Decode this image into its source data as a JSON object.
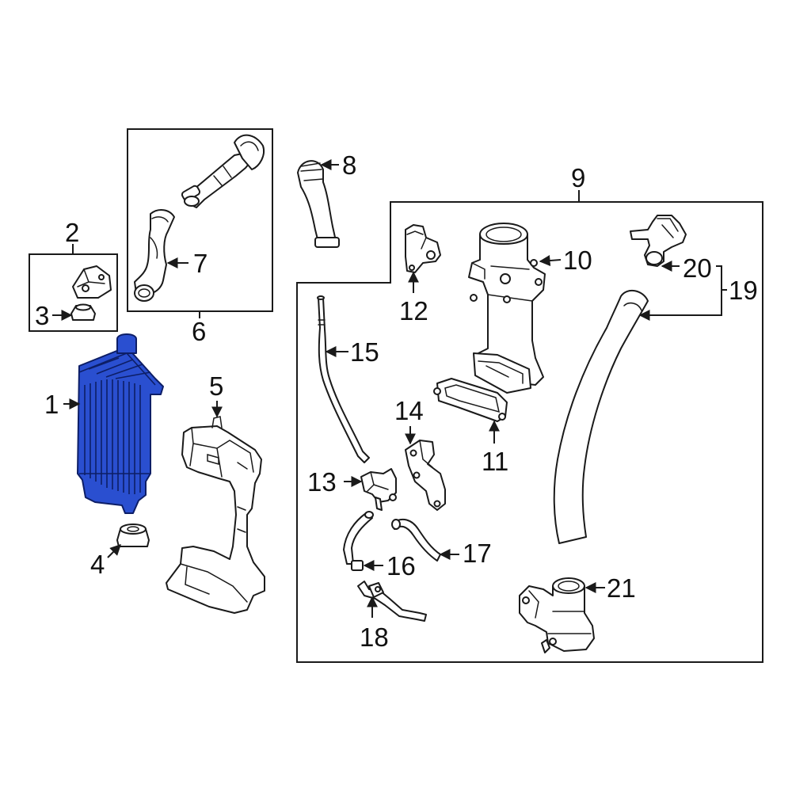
{
  "colors": {
    "highlight": "#2a4fd0",
    "highlight_outline": "#0d1e66",
    "line": "#1a1a1a",
    "background": "#ffffff"
  },
  "callouts": {
    "c1": "1",
    "c2": "2",
    "c3": "3",
    "c4": "4",
    "c5": "5",
    "c6": "6",
    "c7": "7",
    "c8": "8",
    "c9": "9",
    "c10": "10",
    "c11": "11",
    "c12": "12",
    "c13": "13",
    "c14": "14",
    "c15": "15",
    "c16": "16",
    "c17": "17",
    "c18": "18",
    "c19": "19",
    "c20": "20",
    "c21": "21"
  },
  "highlighted_part": "1"
}
